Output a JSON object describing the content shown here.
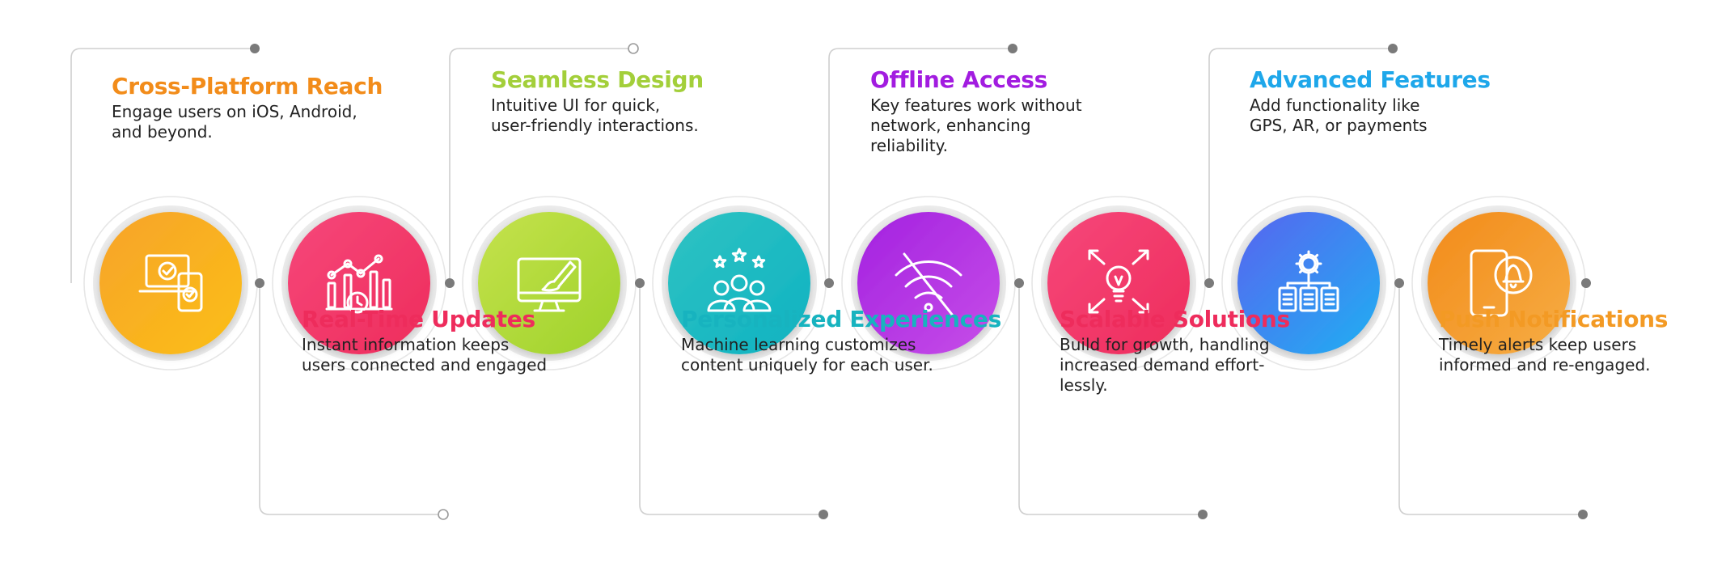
{
  "features": [
    {
      "title": "Cross-Platform Reach",
      "desc": [
        "Engage users on iOS, Android,",
        "and beyond."
      ],
      "icon": "devices-check-icon",
      "colors": [
        "#f7a32b",
        "#fbbf16"
      ],
      "title_color": "#f28c1a"
    },
    {
      "title": "Real-Time Updates",
      "desc": [
        "Instant information keeps",
        "users connected and engaged"
      ],
      "icon": "chart-clock-icon",
      "colors": [
        "#f6487a",
        "#ee2c5c"
      ],
      "title_color": "#ee2c5c"
    },
    {
      "title": "Seamless Design",
      "desc": [
        "Intuitive UI for quick,",
        "user-friendly interactions."
      ],
      "icon": "monitor-brush-icon",
      "colors": [
        "#c5e24c",
        "#9ed22b"
      ],
      "title_color": "#a3cf3a"
    },
    {
      "title": "Personalized Experiences",
      "desc": [
        "Machine learning customizes",
        "content uniquely for each user."
      ],
      "icon": "users-stars-icon",
      "colors": [
        "#2fc3c3",
        "#0fb2c1"
      ],
      "title_color": "#17b3bf"
    },
    {
      "title": "Offline Access",
      "desc": [
        "Key features work without",
        "network, enhancing",
        "reliability."
      ],
      "icon": "wifi-off-icon",
      "colors": [
        "#a321e0",
        "#c74ee8"
      ],
      "title_color": "#a21ce0"
    },
    {
      "title": "Scalable Solutions",
      "desc": [
        "Build for growth, handling",
        "increased demand effort-",
        "lessly."
      ],
      "icon": "bulb-expand-icon",
      "colors": [
        "#f6487a",
        "#ee2c5c"
      ],
      "title_color": "#ee2c5c"
    },
    {
      "title": "Advanced Features",
      "desc": [
        "Add functionality like",
        "GPS, AR, or payments"
      ],
      "icon": "gear-documents-icon",
      "colors": [
        "#5864f0",
        "#1fb0f2"
      ],
      "title_color": "#1ea7ea"
    },
    {
      "title": "Push Notifications",
      "desc": [
        "Timely alerts keep users",
        "informed and re-engaged."
      ],
      "icon": "phone-bell-icon",
      "colors": [
        "#f28b1a",
        "#f6ad44"
      ],
      "title_color": "#f39a24"
    }
  ]
}
